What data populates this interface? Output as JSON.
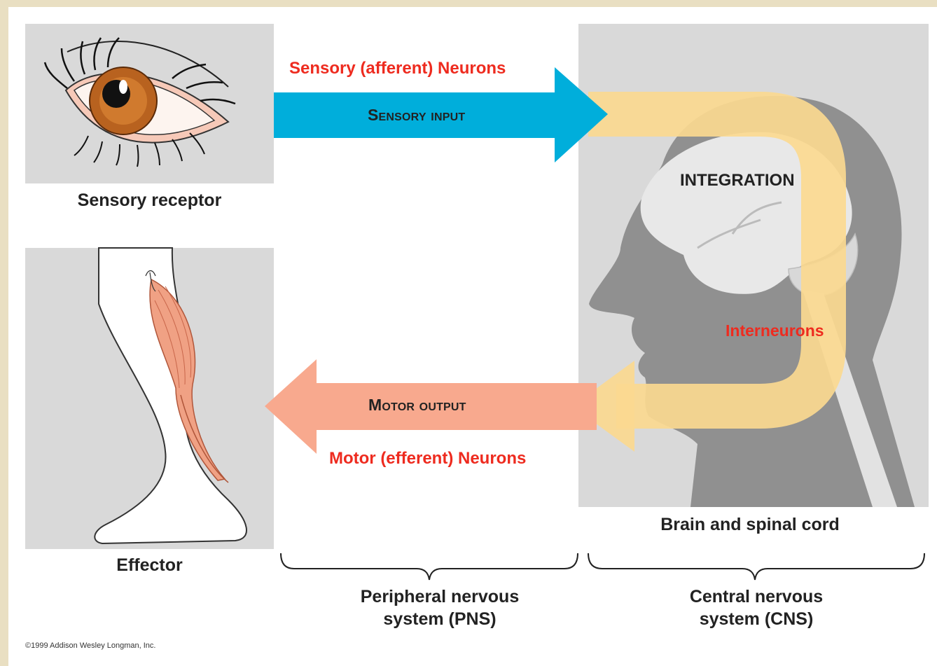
{
  "labels": {
    "sensory_receptor": "Sensory receptor",
    "effector": "Effector",
    "brain_spinal_cord": "Brain and spinal cord",
    "sensory_neurons": "Sensory (afferent) Neurons",
    "sensory_input": "Sensory input",
    "integration": "INTEGRATION",
    "interneurons": "Interneurons",
    "motor_output": "Motor output",
    "motor_neurons": "Motor (efferent) Neurons",
    "pns_line1": "Peripheral nervous",
    "pns_line2": "system (PNS)",
    "cns_line1": "Central nervous",
    "cns_line2": "system (CNS)",
    "copyright": "©1999 Addison Wesley Longman, Inc."
  },
  "colors": {
    "page_background": "#e9dfc2",
    "panel_gray": "#d9d9d9",
    "sensory_arrow": "#00aedb",
    "motor_arrow": "#f8a98e",
    "integration_loop": "#fbd990",
    "neuron_label_red": "#ee2b1f"
  },
  "icons": {
    "eye": "eye-icon",
    "leg": "leg-icon",
    "head": "head-silhouette-icon"
  }
}
